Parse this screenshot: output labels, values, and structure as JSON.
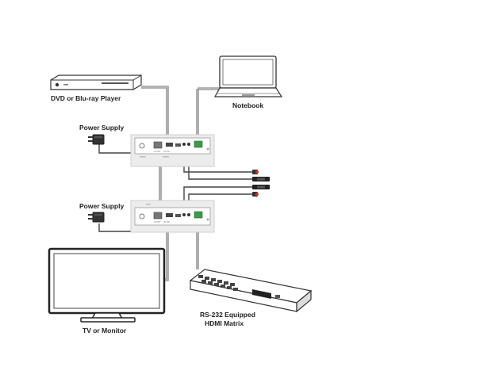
{
  "labels": {
    "dvd_player": "DVD or Blu-ray Player",
    "notebook": "Notebook",
    "power_supply_top": "Power Supply",
    "power_supply_bottom": "Power Supply",
    "tv_monitor": "TV or Monitor",
    "matrix_line1": "RS-232 Equipped",
    "matrix_line2": "HDMI Matrix"
  },
  "colors": {
    "stroke": "#333333",
    "cable": "#9a9a9a",
    "panel": "#e9e9e9",
    "accent_green": "#3c9a4a",
    "accent_red": "#c0392b"
  },
  "icons": {
    "dvd": "dvd-player-icon",
    "notebook": "notebook-icon",
    "power": "power-adapter-icon",
    "tv": "tv-monitor-icon",
    "matrix": "hdmi-matrix-icon",
    "transmitter": "transmitter-box-icon",
    "receiver": "receiver-box-icon"
  }
}
